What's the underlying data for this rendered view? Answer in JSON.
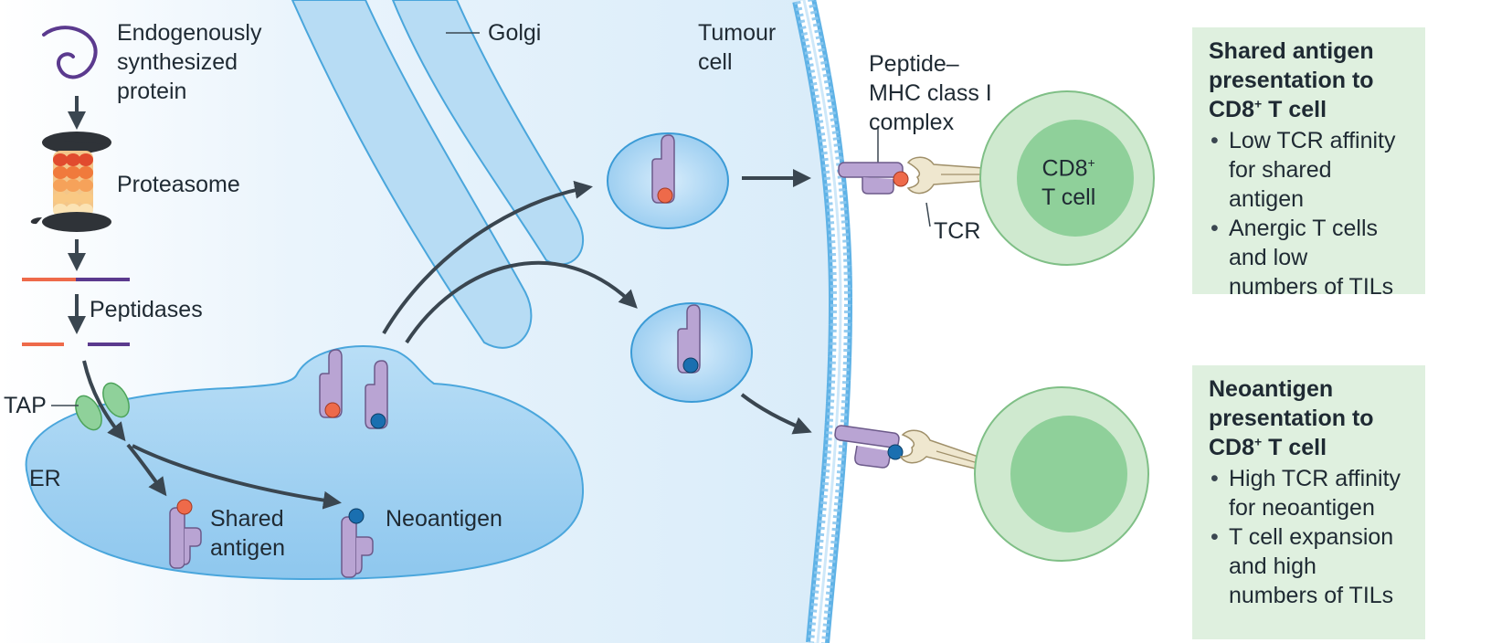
{
  "labels": {
    "protein": [
      "Endogenously",
      "synthesized",
      "protein"
    ],
    "proteasome": "Proteasome",
    "peptidases": "Peptidases",
    "tap": "TAP",
    "er": "ER",
    "golgi": "Golgi",
    "tumour_cell": [
      "Tumour",
      "cell"
    ],
    "pmhc": [
      "Peptide–",
      "MHC class I",
      "complex"
    ],
    "tcr": "TCR",
    "cd8_main": "CD8",
    "cd8_sup": "+",
    "t_cell": "T cell",
    "shared_antigen": [
      "Shared",
      "antigen"
    ],
    "neoantigen": "Neoantigen"
  },
  "boxes": {
    "shared": {
      "title": [
        "Shared antigen",
        "presentation to"
      ],
      "title_cd8": "CD8",
      "title_sup": "+",
      "title_tail": " T cell",
      "bullets": [
        [
          "Low TCR affinity",
          "for shared",
          "antigen"
        ],
        [
          "Anergic T cells",
          "and low",
          "numbers of TILs"
        ]
      ]
    },
    "neo": {
      "title": [
        "Neoantigen",
        "presentation to"
      ],
      "title_cd8": "CD8",
      "title_sup": "+",
      "title_tail": " T cell",
      "bullets": [
        [
          "High TCR affinity",
          "for neoantigen"
        ],
        [
          "T cell expansion",
          "and high",
          "numbers of TILs"
        ]
      ]
    }
  },
  "colors": {
    "shared_peptide": "#ee6a4a",
    "neo_peptide": "#1a6fb0",
    "mhc": "#b9a4d3",
    "cell_bg": "#e4f1fb",
    "er_fill": "#a9d3f1",
    "membrane": "#5fb2e6",
    "tcell": "#bfe3bf",
    "arrow": "#3a4650",
    "box_bg": "#dff0df"
  }
}
